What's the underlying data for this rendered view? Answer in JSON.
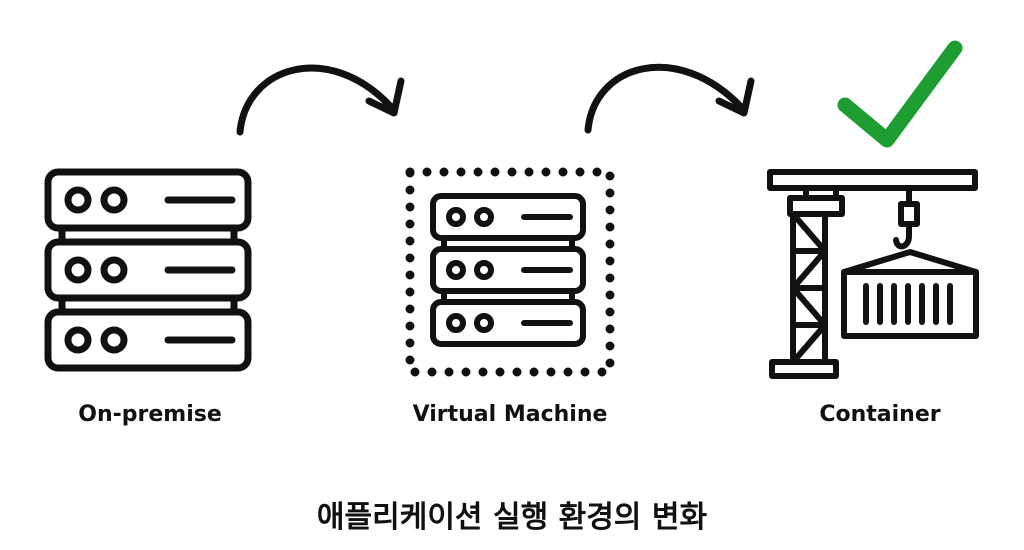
{
  "stages": [
    {
      "label": "On-premise",
      "icon": "server-rack-icon"
    },
    {
      "label": "Virtual Machine",
      "icon": "virtual-server-icon"
    },
    {
      "label": "Container",
      "icon": "crane-container-icon"
    }
  ],
  "arrows": [
    {
      "icon": "curved-arrow-icon"
    },
    {
      "icon": "curved-arrow-icon"
    }
  ],
  "highlight": {
    "icon": "checkmark-icon",
    "color": "#1e9e32"
  },
  "caption": "애플리케이션 실행 환경의 변화",
  "colors": {
    "line": "#111111",
    "background": "#ffffff",
    "check": "#1e9e32"
  }
}
